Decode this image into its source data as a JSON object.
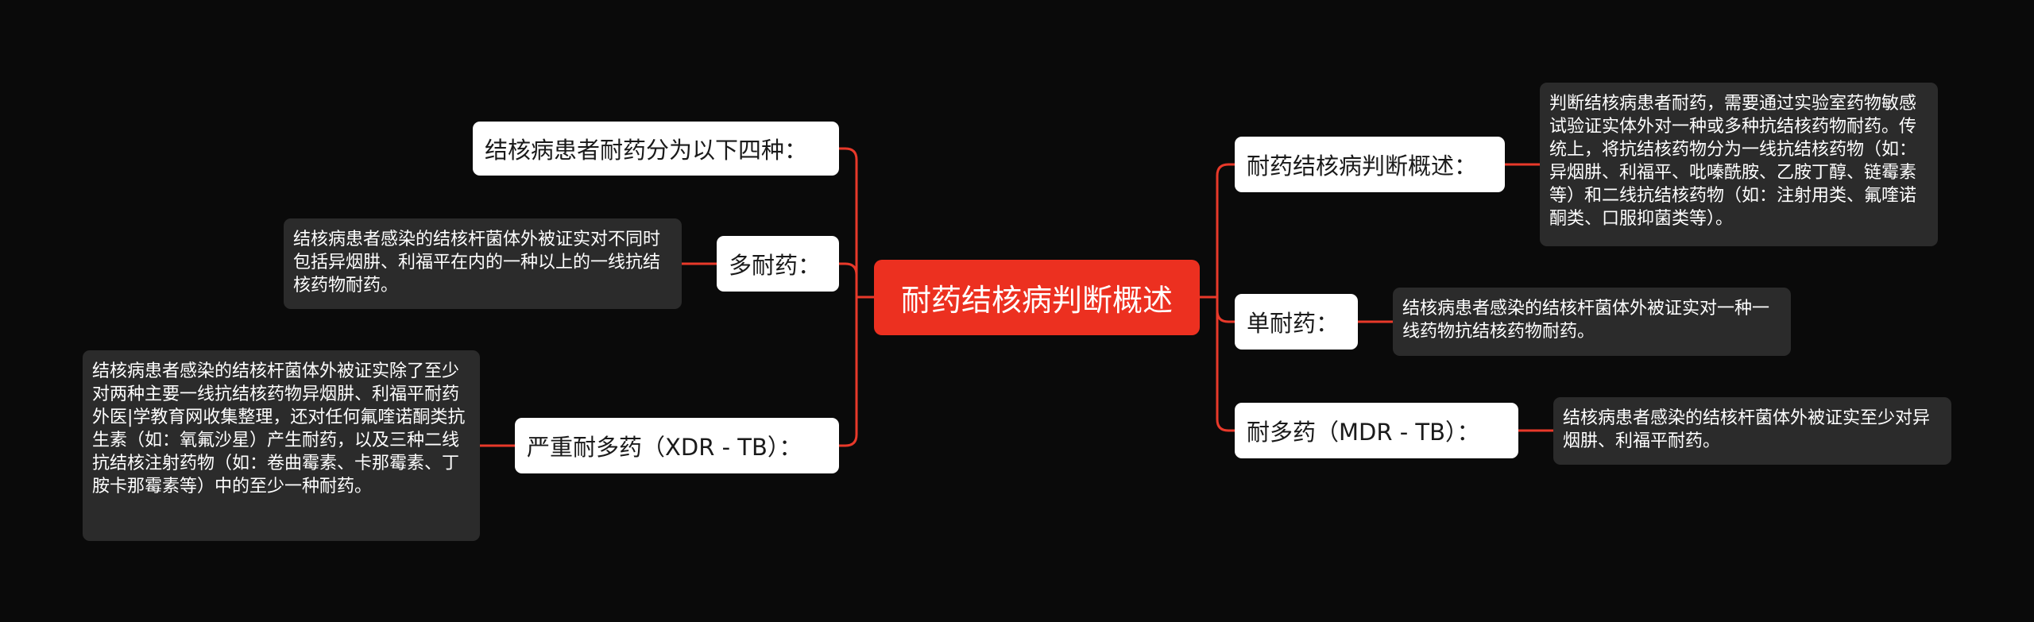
{
  "colors": {
    "background": "#0a0a0a",
    "center": "#ec3020",
    "connector": "#e8392a",
    "topic_bg": "#ffffff",
    "note_bg": "#2b2b2b"
  },
  "center": {
    "text": "耐药结核病判断概述"
  },
  "left": {
    "four_types": {
      "text": "结核病患者耐药分为以下四种："
    },
    "multi": {
      "text": "多耐药：",
      "note": "结核病患者感染的结核杆菌体外被证实对不同时包括异烟肼、利福平在内的一种以上的一线抗结核药物耐药。"
    },
    "xdr": {
      "text": "严重耐多药（XDR - TB）：",
      "note": "结核病患者感染的结核杆菌体外被证实除了至少对两种主要一线抗结核药物异烟肼、利福平耐药外医|学教育网收集整理，还对任何氟喹诺酮类抗生素（如：氧氟沙星）产生耐药，以及三种二线抗结核注射药物（如：卷曲霉素、卡那霉素、丁胺卡那霉素等）中的至少一种耐药。"
    }
  },
  "right": {
    "overview": {
      "text": "耐药结核病判断概述：",
      "note": "判断结核病患者耐药，需要通过实验室药物敏感试验证实体外对一种或多种抗结核药物耐药。传统上，将抗结核药物分为一线抗结核药物（如：异烟肼、利福平、吡嗪酰胺、乙胺丁醇、链霉素等）和二线抗结核药物（如：注射用类、氟喹诺酮类、口服抑菌类等）。"
    },
    "single": {
      "text": "单耐药：",
      "note": "结核病患者感染的结核杆菌体外被证实对一种一线药物抗结核药物耐药。"
    },
    "mdr": {
      "text": "耐多药（MDR - TB）：",
      "note": "结核病患者感染的结核杆菌体外被证实至少对异烟肼、利福平耐药。"
    }
  }
}
